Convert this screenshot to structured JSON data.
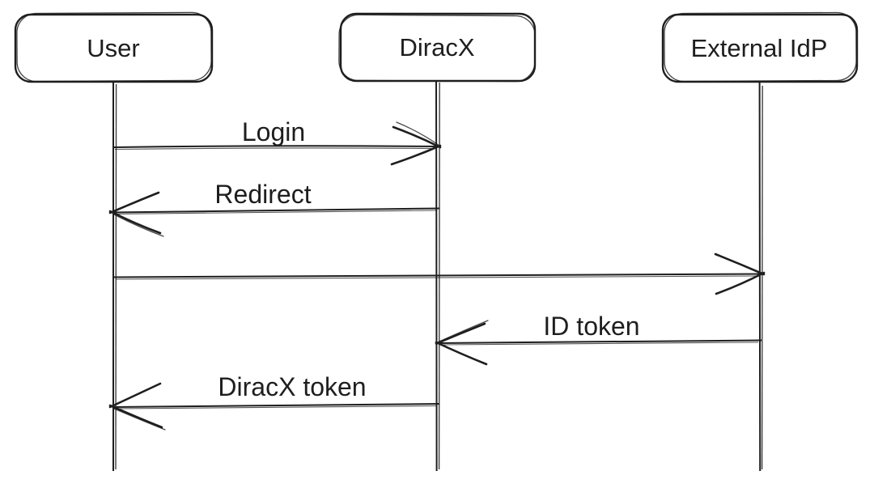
{
  "diagram": {
    "type": "sequence-diagram",
    "style": "hand-drawn",
    "background_color": "#ffffff",
    "stroke_color": "#1e1e1e",
    "actors": [
      {
        "label": "User"
      },
      {
        "label": "DiracX"
      },
      {
        "label": "External IdP"
      }
    ],
    "messages": [
      {
        "label": "Login",
        "from": "User",
        "to": "DiracX",
        "direction": "right"
      },
      {
        "label": "Redirect",
        "from": "DiracX",
        "to": "User",
        "direction": "left"
      },
      {
        "label": "",
        "from": "User",
        "to": "External IdP",
        "direction": "right"
      },
      {
        "label": "ID token",
        "from": "External IdP",
        "to": "DiracX",
        "direction": "left"
      },
      {
        "label": "DiracX token",
        "from": "DiracX",
        "to": "User",
        "direction": "left"
      }
    ]
  }
}
